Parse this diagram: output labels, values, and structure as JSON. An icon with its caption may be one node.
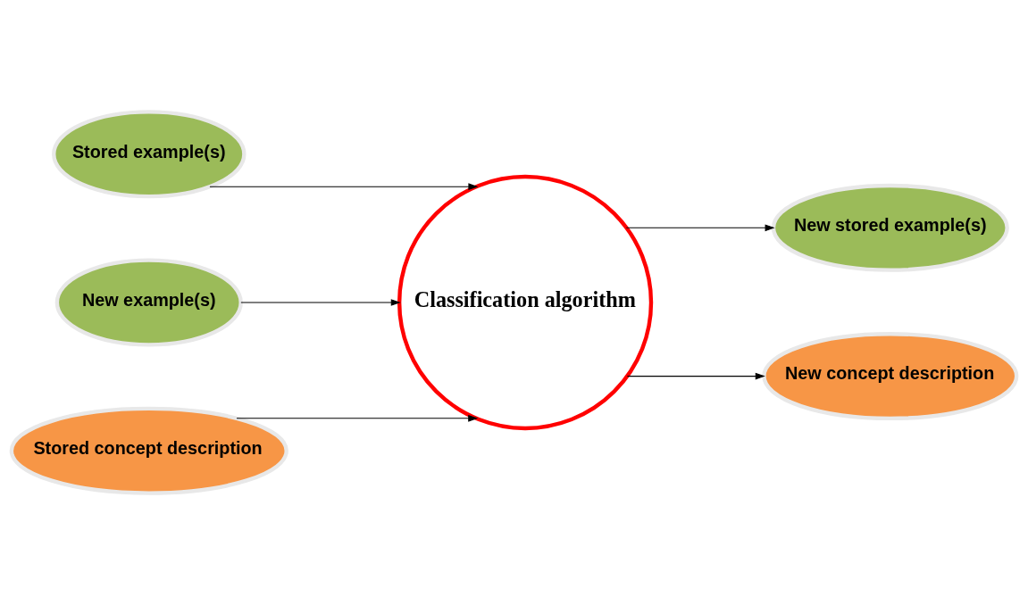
{
  "diagram": {
    "nodes": [
      {
        "text": [
          "Stored example(s)"
        ]
      },
      {
        "text": [
          "New example(s)"
        ]
      },
      {
        "text": [
          "Stored concept description"
        ]
      },
      {
        "text": [
          "Classification algorithm"
        ]
      },
      {
        "text": [
          "New stored example(s)"
        ]
      },
      {
        "text": [
          "New concept description"
        ]
      }
    ],
    "edges": [
      {
        "from": 0,
        "to": 3,
        "arrow": "to"
      },
      {
        "from": 1,
        "to": 3,
        "arrow": "to"
      },
      {
        "from": 2,
        "to": 3,
        "arrow": "to"
      },
      {
        "from": 3,
        "to": 4,
        "arrow": "to"
      },
      {
        "from": 3,
        "to": 5,
        "arrow": "to"
      }
    ]
  }
}
